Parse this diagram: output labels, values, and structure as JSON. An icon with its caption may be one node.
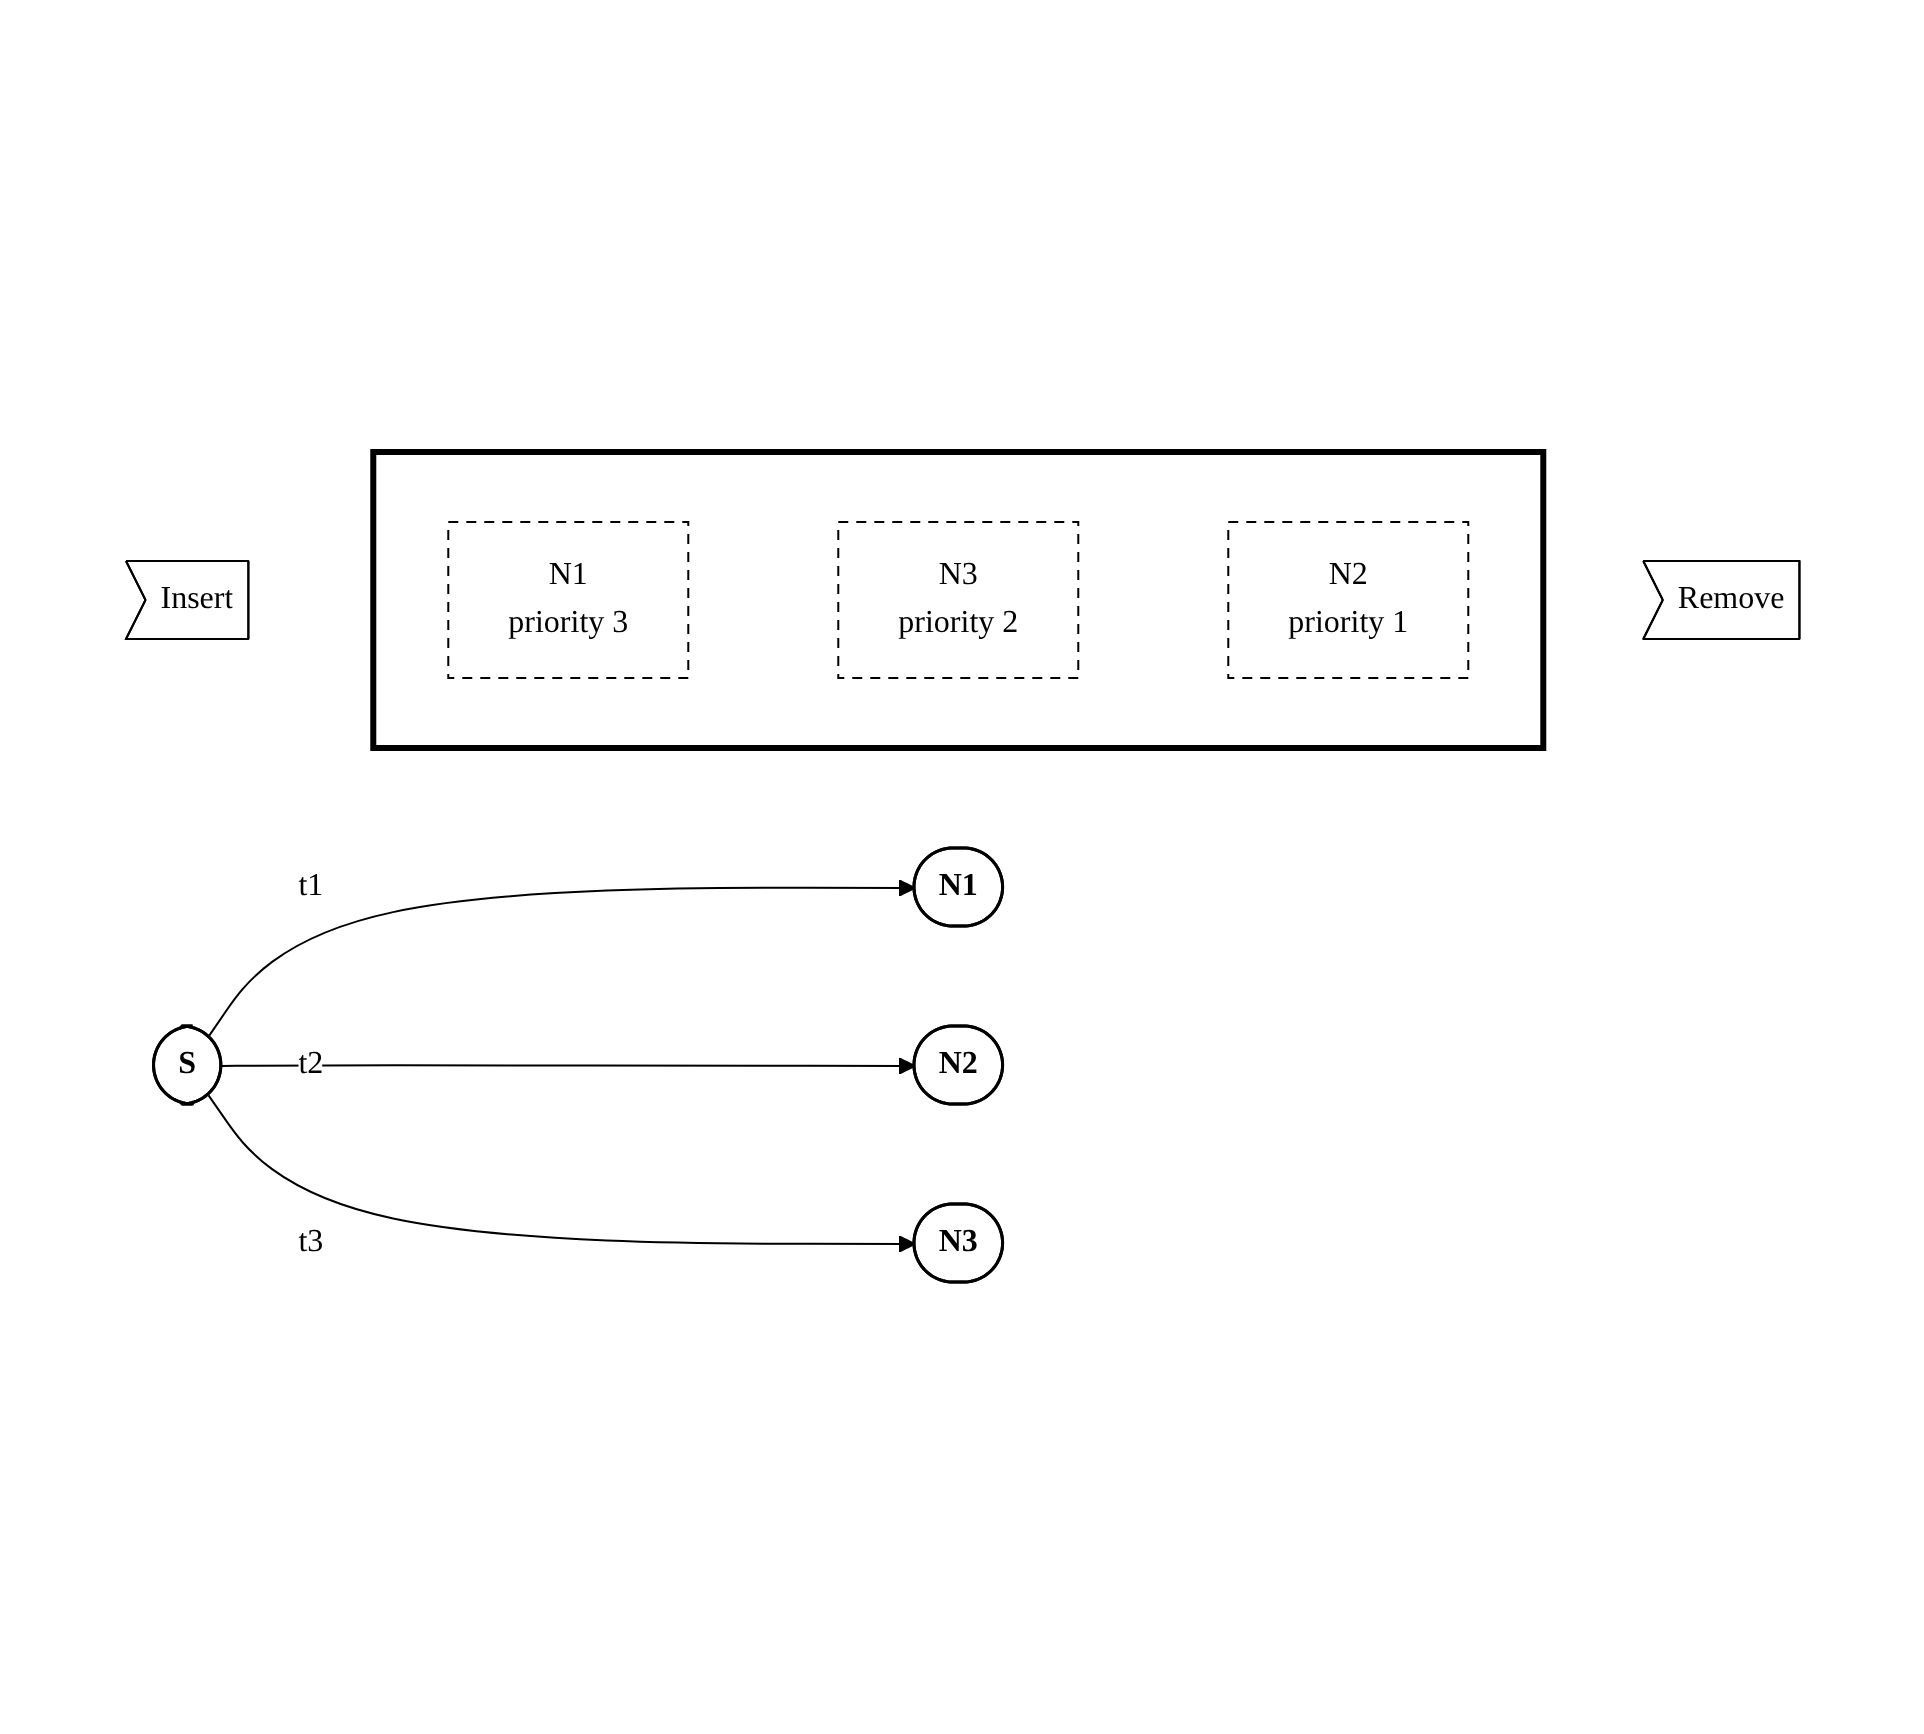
{
  "diagram": {
    "nodes": [
      {
        "text": [
          "S"
        ]
      },
      {
        "text": [
          "N1"
        ]
      },
      {
        "text": [
          "N2"
        ]
      },
      {
        "text": [
          "N3"
        ]
      },
      {
        "text": [],
        "shape": "box"
      },
      {
        "text": [
          "N1",
          "priority 3"
        ],
        "in": 4
      },
      {
        "text": [
          "N3",
          "priority 2"
        ],
        "in": 4
      },
      {
        "text": [
          "N2",
          "priority 1"
        ],
        "in": 4
      },
      {
        "text": [
          "Insert"
        ]
      },
      {
        "text": [
          "Remove"
        ]
      }
    ],
    "edges": [
      {
        "from": 0,
        "to": 1,
        "arrow": "to",
        "label": "t1"
      },
      {
        "from": 0,
        "to": 2,
        "arrow": "to",
        "label": "t2"
      },
      {
        "from": 0,
        "to": 3,
        "arrow": "to",
        "label": "t3"
      }
    ]
  }
}
